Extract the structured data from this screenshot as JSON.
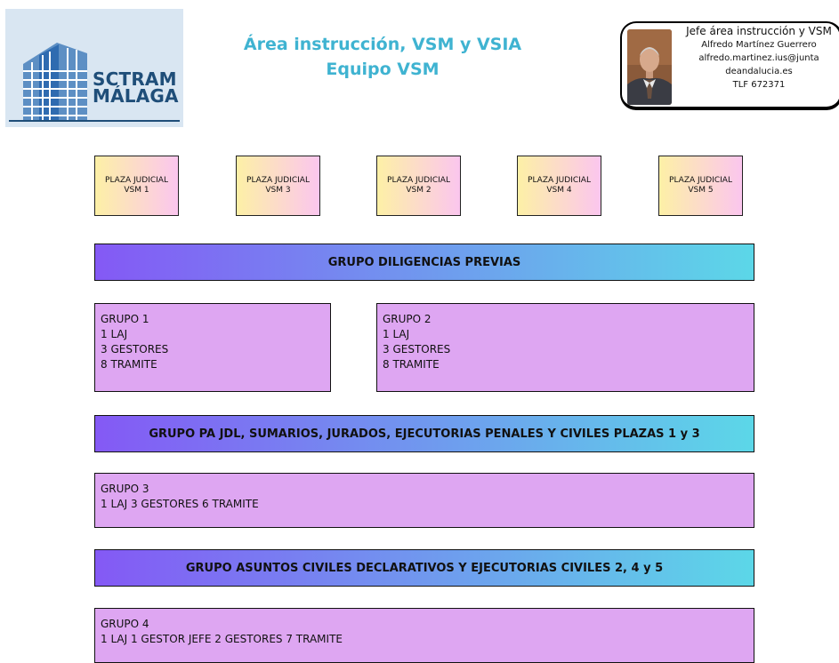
{
  "logo": {
    "line1": "SCTRAM",
    "line2": "MÁLAGA"
  },
  "title": {
    "line1": "Área instrucción, VSM y VSIA",
    "line2": "Equipo VSM"
  },
  "boss": {
    "heading": "Jefe área instrucción y VSM",
    "name": "Alfredo Martínez Guerrero",
    "email1": "alfredo.martinez.ius@junta",
    "email2": "deandalucia.es",
    "phone": "TLF 672371"
  },
  "plazas": [
    "PLAZA JUDICIAL\nVSM 1",
    "PLAZA JUDICIAL\nVSM 3",
    "PLAZA JUDICIAL\nVSM 2",
    "PLAZA JUDICIAL\nVSM 4",
    "PLAZA JUDICIAL\nVSM 5"
  ],
  "banners": [
    "GRUPO DILIGENCIAS PREVIAS",
    "GRUPO PA JDL, SUMARIOS,  JURADOS, EJECUTORIAS PENALES Y CIVILES PLAZAS 1 y 3",
    "GRUPO ASUNTOS CIVILES DECLARATIVOS Y EJECUTORIAS CIVILES 2, 4 y 5"
  ],
  "groups": {
    "g1": [
      "GRUPO 1",
      "1 LAJ",
      "3 GESTORES",
      "8 TRAMITE"
    ],
    "g2": [
      "GRUPO 2",
      "1 LAJ",
      "3 GESTORES",
      "8 TRAMITE"
    ],
    "g3": [
      "GRUPO 3",
      "1 LAJ 3 GESTORES 6 TRAMITE"
    ],
    "g4": [
      "GRUPO 4",
      "1 LAJ 1 GESTOR JEFE 2 GESTORES 7 TRAMITE"
    ]
  }
}
